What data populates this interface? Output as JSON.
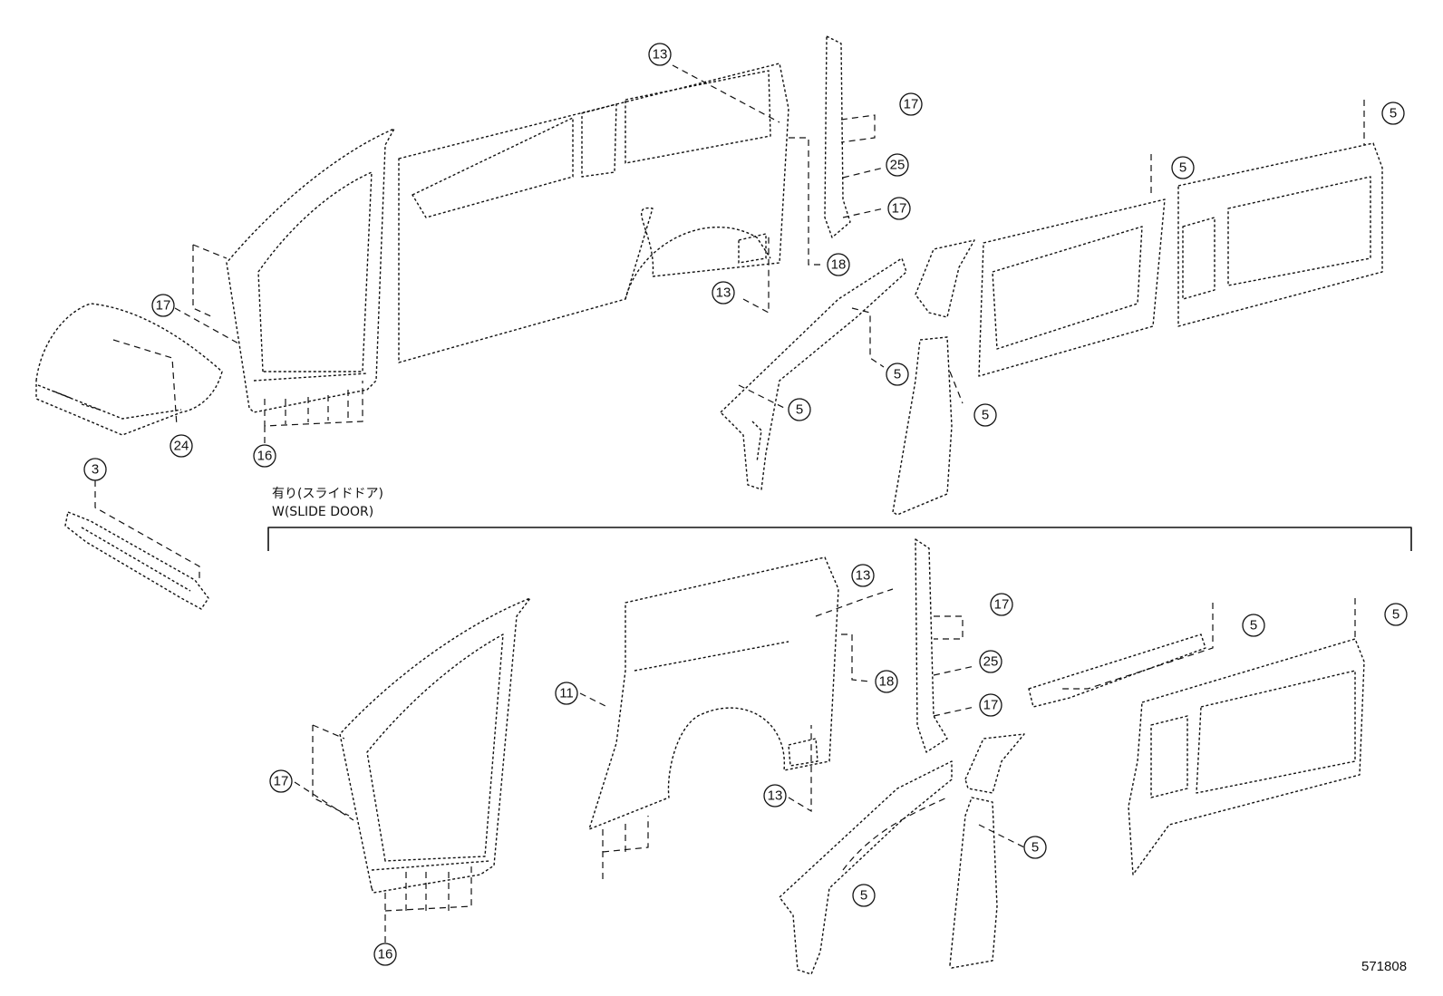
{
  "variant_label": {
    "jp": "有り(スライドドア)",
    "en": "W(SLIDE DOOR)"
  },
  "diagram_code": "571808",
  "callouts": [
    {
      "id": "c-13-top",
      "number": "13"
    },
    {
      "id": "c-17-a",
      "number": "17"
    },
    {
      "id": "c-25-a",
      "number": "25"
    },
    {
      "id": "c-17-b",
      "number": "17"
    },
    {
      "id": "c-18-a",
      "number": "18"
    },
    {
      "id": "c-5-a",
      "number": "5"
    },
    {
      "id": "c-5-b",
      "number": "5"
    },
    {
      "id": "c-17-c",
      "number": "17"
    },
    {
      "id": "c-13-b",
      "number": "13"
    },
    {
      "id": "c-5-c",
      "number": "5"
    },
    {
      "id": "c-5-d",
      "number": "5"
    },
    {
      "id": "c-5-e",
      "number": "5"
    },
    {
      "id": "c-24",
      "number": "24"
    },
    {
      "id": "c-16-a",
      "number": "16"
    },
    {
      "id": "c-3",
      "number": "3"
    },
    {
      "id": "c-13-c",
      "number": "13"
    },
    {
      "id": "c-17-d",
      "number": "17"
    },
    {
      "id": "c-25-b",
      "number": "25"
    },
    {
      "id": "c-17-e",
      "number": "17"
    },
    {
      "id": "c-18-b",
      "number": "18"
    },
    {
      "id": "c-5-f",
      "number": "5"
    },
    {
      "id": "c-5-g",
      "number": "5"
    },
    {
      "id": "c-17-f",
      "number": "17"
    },
    {
      "id": "c-11",
      "number": "11"
    },
    {
      "id": "c-13-d",
      "number": "13"
    },
    {
      "id": "c-5-h",
      "number": "5"
    },
    {
      "id": "c-5-i",
      "number": "5"
    },
    {
      "id": "c-16-b",
      "number": "16"
    }
  ]
}
